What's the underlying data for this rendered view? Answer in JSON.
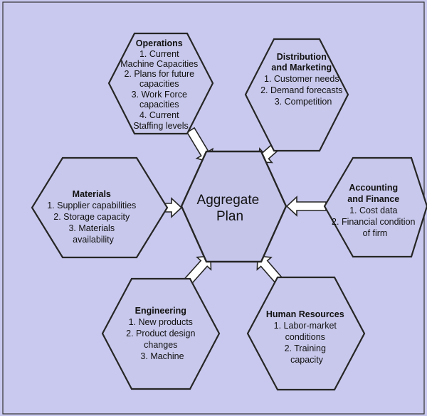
{
  "center": {
    "lines": [
      "Aggregate",
      "Plan"
    ]
  },
  "operations": {
    "title": "Operations",
    "lines": [
      "1. Current",
      "Machine Capacities",
      "2. Plans for future",
      "capacities",
      "3. Work Force",
      "capacities",
      "4. Current",
      "Staffing levels"
    ]
  },
  "distribution": {
    "title_lines": [
      "Distribution",
      "and Marketing"
    ],
    "lines": [
      "1. Customer needs",
      "2. Demand forecasts",
      "3. Competition"
    ]
  },
  "accounting": {
    "title_lines": [
      "Accounting",
      "and Finance"
    ],
    "lines": [
      "1. Cost data",
      "2. Financial condition",
      "of firm"
    ]
  },
  "materials": {
    "title": "Materials",
    "lines": [
      "1. Supplier capabilities",
      "2. Storage capacity",
      "3. Materials",
      "availability"
    ]
  },
  "engineering": {
    "title": "Engineering",
    "lines": [
      "1. New products",
      "2. Product design",
      "changes",
      "3. Machine"
    ]
  },
  "human_resources": {
    "title": "Human Resources",
    "lines": [
      "1. Labor-market",
      "conditions",
      "2. Training",
      "capacity"
    ]
  }
}
